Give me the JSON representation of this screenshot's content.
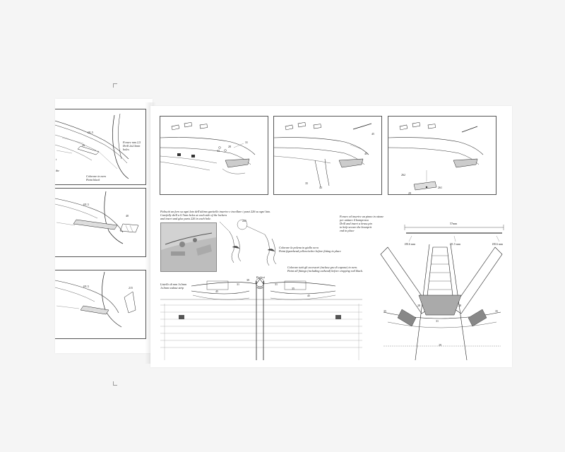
{
  "left": {
    "p1_num_a": "Ø1.5",
    "p1_num_b": "26",
    "p1_note_it": "Forare mm 2,5",
    "p1_note_en1": "Drill 2x2.5mm",
    "p1_note_en2": "holes",
    "p1_paint_it": "Colorare in nero",
    "p1_paint_en": "Paint black",
    "p1_edge_a": "t",
    "p1_edge_b": "the",
    "p2_num_a": "Ø1.5",
    "p2_num_b": "40",
    "p3_num_a": "Ø1.5",
    "p3_num_b": "215"
  },
  "right": {
    "top1_nums": [
      "28",
      "31",
      "43"
    ],
    "top2_nums": [
      "45",
      "35",
      "43",
      "45"
    ],
    "top3_nums": [
      "262",
      "261",
      "29"
    ],
    "mid_it": "Pulisciti un foro su ogni lato dell'ultimo gavitello inserire e incollare i pezzi 226 su ogni lato.",
    "mid_en1": "Carefully drill a 0.7mm holes at each side of the lochers",
    "mid_en2": "and insert and glue parts 226 in each hole.",
    "part_num": "225",
    "yellow_it": "Colorare la polena in giallo ocra",
    "yellow_en": "Paint figurehead yellow/ochre before fitting in place",
    "black_it": "Colorare tutti gli accessori (incluse gru di capone) in nero.",
    "black_en": "Paint all fittings (including cathead) before cropping rail black.",
    "strip_it": "Listello di mm 1x1mm",
    "strip_en": "1x1mm walnut strip",
    "detail_title": "Esclesi",
    "bow_nums": [
      "39",
      "31",
      "45",
      "31",
      "35",
      "45"
    ],
    "rt_it1": "Forare ed inserire un pinno in ottone",
    "rt_it2": "per unitare il bompresso",
    "rt_en1": "Drill and insert a brass pin",
    "rt_en2": "to help secure the bowsprit",
    "rt_en3": "end in place",
    "dim_57": "57mm",
    "dim_a": "Ø0.6 mm",
    "dim_b": "Ø1.5 mm",
    "dim_c": "Ø0.6 mm",
    "plan_nums": [
      "35",
      "28",
      "28",
      "35",
      "31",
      "29"
    ]
  }
}
